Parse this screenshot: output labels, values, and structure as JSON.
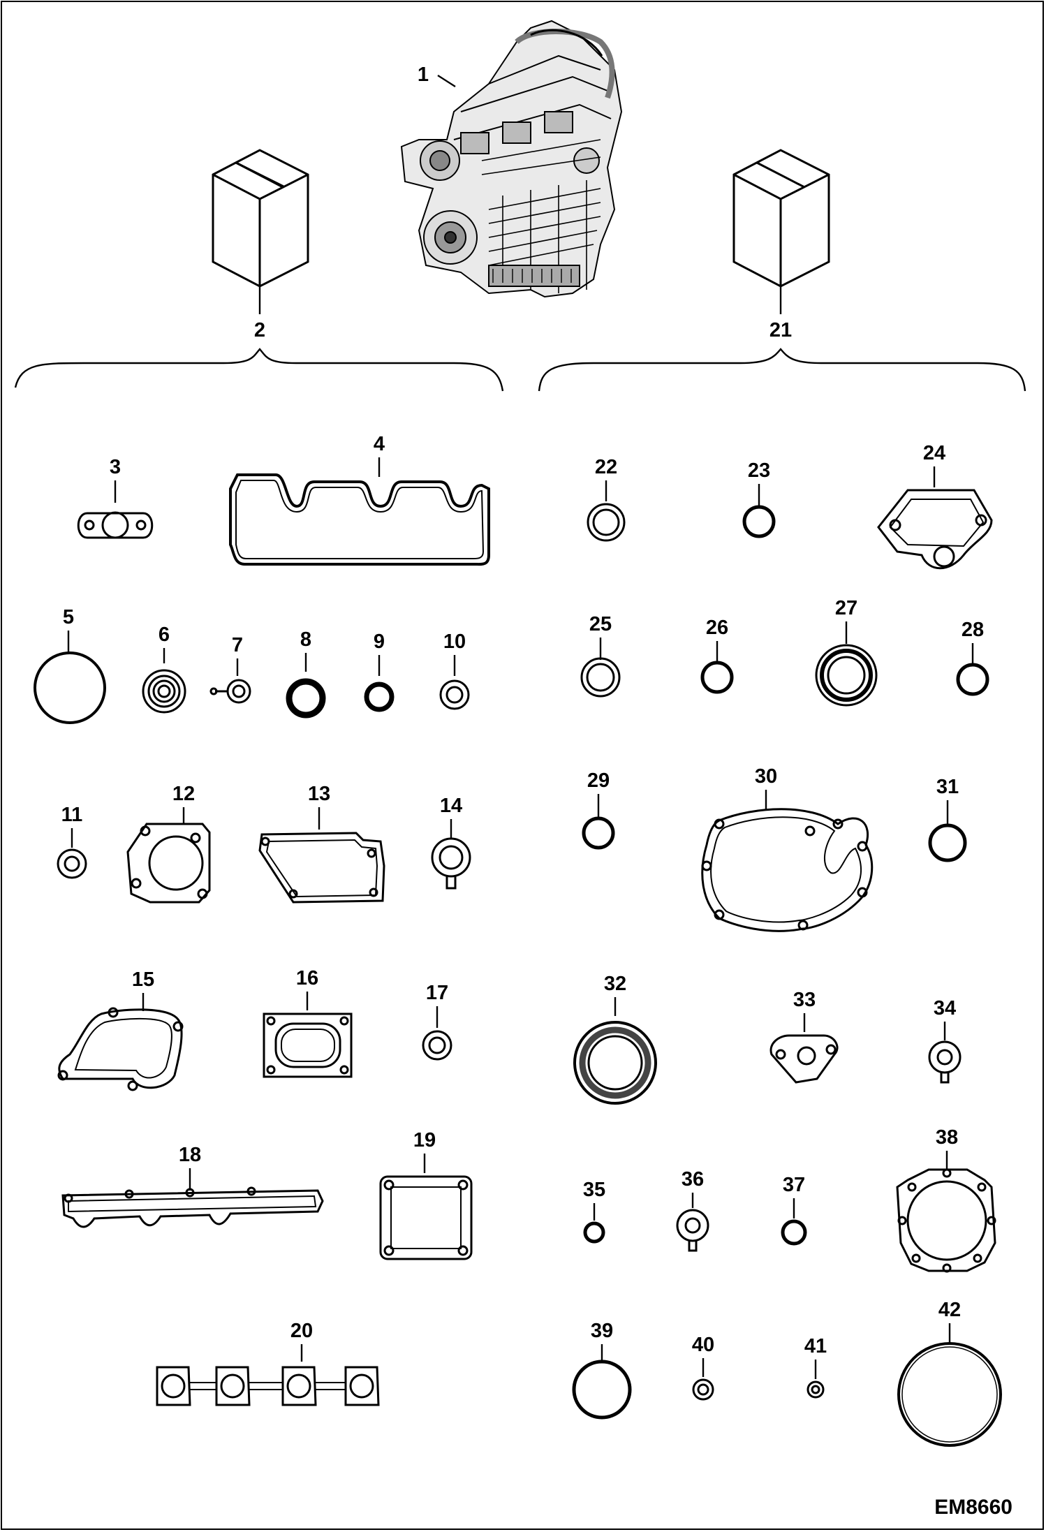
{
  "figure_ref": "EM8660",
  "callouts": {
    "c1": "1",
    "c2": "2",
    "c3": "3",
    "c4": "4",
    "c5": "5",
    "c6": "6",
    "c7": "7",
    "c8": "8",
    "c9": "9",
    "c10": "10",
    "c11": "11",
    "c12": "12",
    "c13": "13",
    "c14": "14",
    "c15": "15",
    "c16": "16",
    "c17": "17",
    "c18": "18",
    "c19": "19",
    "c20": "20",
    "c21": "21",
    "c22": "22",
    "c23": "23",
    "c24": "24",
    "c25": "25",
    "c26": "26",
    "c27": "27",
    "c28": "28",
    "c29": "29",
    "c30": "30",
    "c31": "31",
    "c32": "32",
    "c33": "33",
    "c34": "34",
    "c35": "35",
    "c36": "36",
    "c37": "37",
    "c38": "38",
    "c39": "39",
    "c40": "40",
    "c41": "41",
    "c42": "42"
  },
  "colors": {
    "line": "#000000",
    "background": "#ffffff",
    "engine_shade": "#9a9a9a"
  },
  "icons": {
    "engine": "engine-assembly-icon",
    "kit_box": "kit-box-icon",
    "o_ring": "o-ring-icon",
    "seal": "oil-seal-icon",
    "gasket": "gasket-icon"
  }
}
